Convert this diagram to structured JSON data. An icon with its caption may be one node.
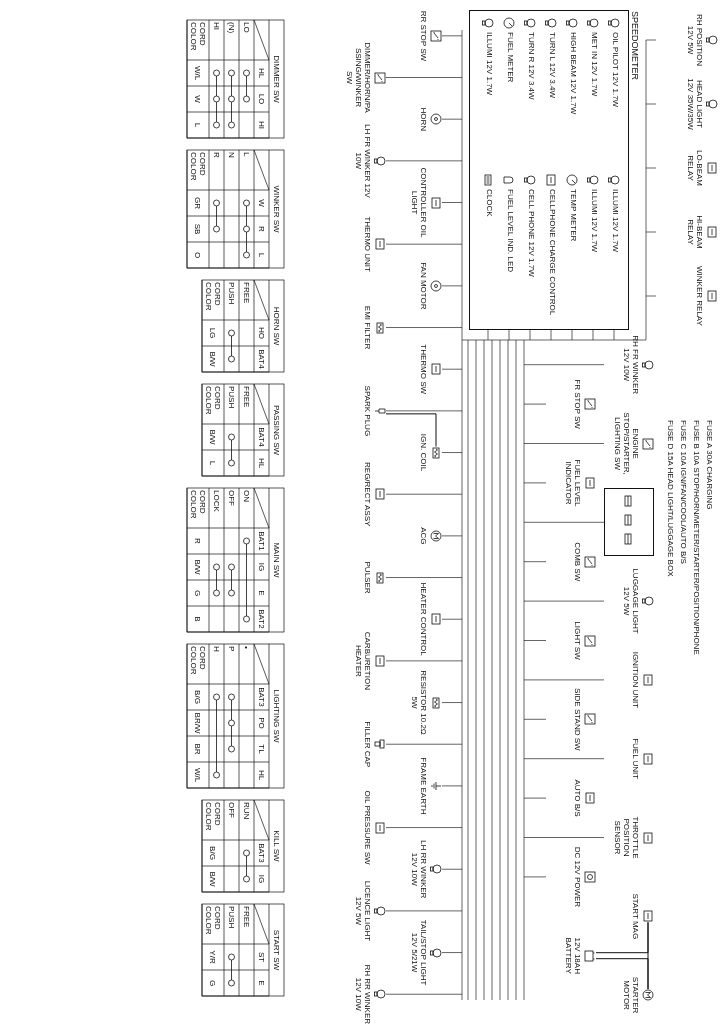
{
  "diagram": {
    "nodes": [
      {
        "text": [
          "SPEEDOMETER"
        ]
      },
      {
        "text": [
          "OIL PILOT 12V 1.7W"
        ],
        "in": 0
      },
      {
        "text": [
          "MET IN 12V 1.7W"
        ],
        "in": 0
      },
      {
        "text": [
          "HIGH BEAM 12V 1.7W"
        ],
        "in": 0
      },
      {
        "text": [
          "TURN L 12V 3.4W"
        ],
        "in": 0
      },
      {
        "text": [
          "TURN R 12V 3.4W"
        ],
        "in": 0
      },
      {
        "text": [
          "FUEL METER"
        ],
        "in": 0
      },
      {
        "text": [
          "ILLUMI 12V 1.7W"
        ],
        "in": 0
      },
      {
        "text": [
          "ILLUMI 12V 1.7W"
        ],
        "in": 0
      },
      {
        "text": [
          "ILLUMI 12V 1.7W"
        ],
        "in": 0
      },
      {
        "text": [
          "TEMP METER"
        ],
        "in": 0
      },
      {
        "text": [
          "CELLPHONE CHARGE CONTROL"
        ],
        "in": 0
      },
      {
        "text": [
          "CELL PHONE 12V 1.7W"
        ],
        "in": 0
      },
      {
        "text": [
          "FUEL LEVEL IND. LED"
        ],
        "in": 0
      },
      {
        "text": [
          "CLOCK"
        ],
        "in": 0
      },
      {
        "text": [
          "RH POSITION 12V 5W"
        ]
      },
      {
        "text": [
          "HEAD LIGHT 12V 35W/35W"
        ]
      },
      {
        "text": [
          "LO-BEAM RELAY"
        ]
      },
      {
        "text": [
          "HI-BEAM RELAY"
        ]
      },
      {
        "text": [
          "WINKER RELAY"
        ]
      },
      {
        "text": [
          "RR STOP SW"
        ]
      },
      {
        "text": [
          "DIMMER/HORN/PASSING/WINKER SW"
        ]
      },
      {
        "text": [
          "HORN"
        ]
      },
      {
        "text": [
          "LH FR WINKER 12V 10W"
        ]
      },
      {
        "text": [
          "CONTROLLER OIL LIGHT"
        ]
      },
      {
        "text": [
          "THERMO UNIT"
        ]
      },
      {
        "text": [
          "FAN MOTOR"
        ]
      },
      {
        "text": [
          "EMI FILTER"
        ]
      },
      {
        "text": [
          "THERMO SW"
        ]
      },
      {
        "text": [
          "SPARK PLUG"
        ]
      },
      {
        "text": [
          "IGN. COIL"
        ]
      },
      {
        "text": [
          "REG/RECT ASSY"
        ]
      },
      {
        "text": [
          "ACG"
        ]
      },
      {
        "text": [
          "PULSER"
        ]
      },
      {
        "text": [
          "HEATER CONTROL"
        ]
      },
      {
        "text": [
          "CARBURETION HEATER"
        ]
      },
      {
        "text": [
          "RESISTOR 10.2Ω 5W"
        ]
      },
      {
        "text": [
          "FILLER CAP"
        ]
      },
      {
        "text": [
          "FRAME EARTH"
        ]
      },
      {
        "text": [
          "OIL PRESSURE SW"
        ]
      },
      {
        "text": [
          "LH RR WINKER 12V 10W"
        ]
      },
      {
        "text": [
          "LICENCE LIGHT 12V 5W"
        ]
      },
      {
        "text": [
          "TAIL/STOP LIGHT 12V 5/21W"
        ]
      },
      {
        "text": [
          "RH RR WINKER 12V 10W"
        ]
      },
      {
        "text": [
          "RH FR WINKER 12V 10W"
        ]
      },
      {
        "text": [
          "FR STOP SW"
        ]
      },
      {
        "text": [
          "ENGINE STOP/STARTER, LIGHTING SW"
        ]
      },
      {
        "text": [
          "FUEL LEVEL INDICATOR"
        ]
      },
      {
        "text": [],
        "shape": "box",
        "beside": [
          "FUSE A 30A CHARGING",
          "FUSE B 10A STOP/HORN/METER/STARTER/POSITION/PHONE",
          "FUSE C 10A IGN/FAN/COOL/AUTO B/S",
          "FUSE D 15A HEAD LIGHT/LUGGAGE BOX"
        ]
      },
      {
        "text": [
          "COMB SW"
        ]
      },
      {
        "text": [
          "LUGGAGE LIGHT 12V 5W"
        ]
      },
      {
        "text": [
          "LIGHT SW"
        ]
      },
      {
        "text": [
          "IGNITION UNIT"
        ]
      },
      {
        "text": [
          "SIDE STAND SW"
        ]
      },
      {
        "text": [
          "FUEL UNIT"
        ]
      },
      {
        "text": [
          "AUTO B/S"
        ]
      },
      {
        "text": [
          "THROTTLE POSITION SENSOR"
        ]
      },
      {
        "text": [
          "DC 12V POWER"
        ]
      },
      {
        "text": [
          "START MAG"
        ]
      },
      {
        "text": [
          "12V 18AH BATTERY"
        ]
      },
      {
        "text": [
          "STARTER MOTOR"
        ]
      }
    ],
    "edges": [
      {
        "from": 58,
        "to": 59,
        "arrow": "none"
      },
      {
        "from": 59,
        "to": 60,
        "arrow": "none"
      },
      {
        "from": 58,
        "to": 60,
        "arrow": "none"
      },
      {
        "from": 29,
        "to": 30,
        "arrow": "none"
      }
    ],
    "labels": [
      "DIMMER SW",
      "HL",
      "LO",
      "HI",
      "LO",
      "(N)",
      "HI",
      "CORD COLOR",
      "W/L",
      "W",
      "L",
      "WINKER SW",
      "W",
      "R",
      "L",
      "L",
      "N",
      "R",
      "CORD COLOR",
      "GR",
      "SB",
      "O",
      "HORN SW",
      "HO",
      "BAT4",
      "FREE",
      "PUSH",
      "CORD COLOR",
      "LG",
      "B/W",
      "PASSING SW",
      "BAT4",
      "HL",
      "FREE",
      "PUSH",
      "CORD COLOR",
      "B/W",
      "L",
      "MAIN SW",
      "BAT1",
      "IG",
      "E",
      "BAT2",
      "ON",
      "OFF",
      "LOCK",
      "CORD COLOR",
      "R",
      "B/W",
      "G",
      "B",
      "LIGHTING SW",
      "BAT3",
      "PO",
      "TL",
      "HL",
      "•",
      "P",
      "H",
      "CORD COLOR",
      "B/G",
      "BR/W",
      "BR",
      "W/L",
      "KILL SW",
      "BAT3",
      "IG",
      "RUN",
      "OFF",
      "CORD COLOR",
      "B/G",
      "B/W",
      "START SW",
      "ST",
      "E",
      "FREE",
      "PUSH",
      "CORD COLOR",
      "Y/R",
      "G"
    ]
  }
}
